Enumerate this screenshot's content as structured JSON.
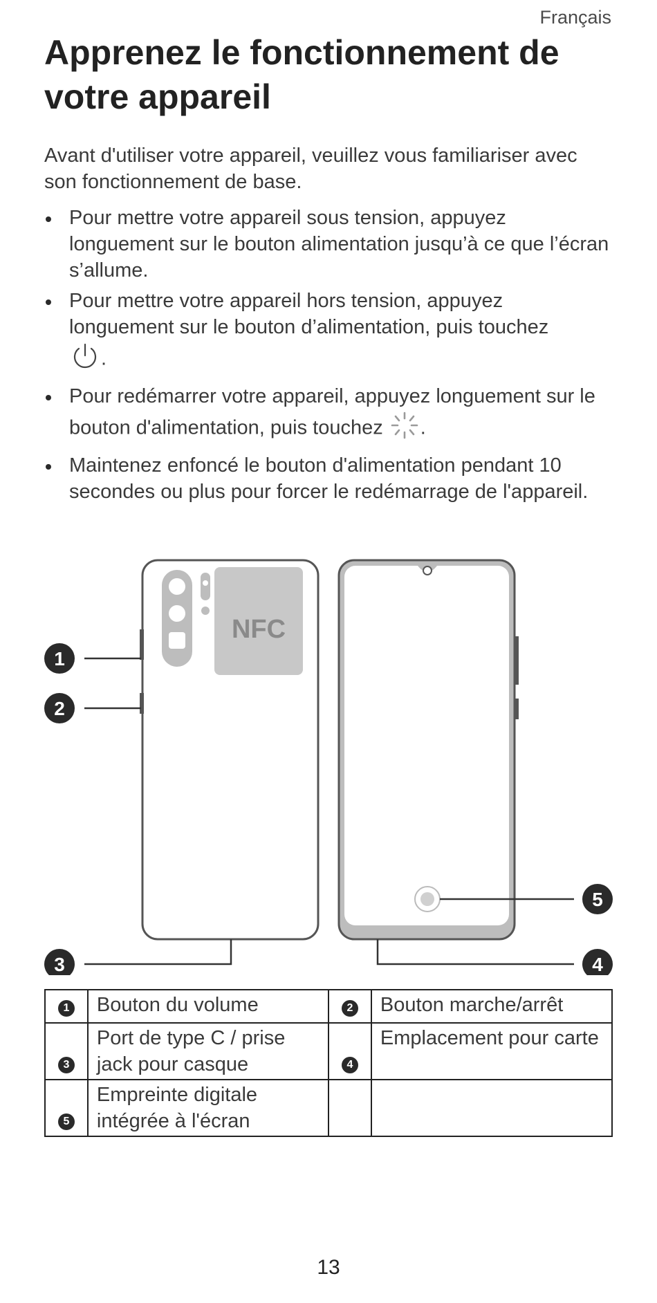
{
  "header": {
    "language": "Français"
  },
  "title": "Apprenez le fonctionnement de votre appareil",
  "intro": "Avant d'utiliser votre appareil, veuillez vous familiariser avec son fonctionnement de base.",
  "bullets": [
    {
      "text": "Pour mettre votre appareil sous tension, appuyez longuement sur le bouton alimentation jusqu’à ce que l’écran s’allume.",
      "icon": ""
    },
    {
      "text": "Pour mettre votre appareil hors tension, appuyez longuement sur le bouton d’alimentation, puis touchez",
      "icon": "power-icon",
      "suffix": "."
    },
    {
      "text": "Pour redémarrer votre appareil, appuyez longuement sur le bouton d'alimentation, puis touchez",
      "icon": "restart-icon",
      "suffix": "."
    },
    {
      "text": "Maintenez enfoncé le bouton d'alimentation pendant 10 secondes ou plus pour forcer le redémarrage de l'appareil.",
      "icon": ""
    }
  ],
  "figure": {
    "nfc_label": "NFC",
    "callouts": [
      "1",
      "2",
      "3",
      "4",
      "5"
    ]
  },
  "legend": {
    "rows": [
      [
        {
          "num": "1",
          "label": "Bouton du volume"
        },
        {
          "num": "2",
          "label": "Bouton marche/arrêt"
        }
      ],
      [
        {
          "num": "3",
          "label": "Port de type C / prise jack pour casque"
        },
        {
          "num": "4",
          "label": "Emplacement pour carte"
        }
      ],
      [
        {
          "num": "5",
          "label": "Empreinte digitale intégrée à l'écran"
        },
        {
          "num": "",
          "label": ""
        }
      ]
    ]
  },
  "page_number": "13",
  "colors": {
    "text": "#262626",
    "figure_gray": "#bdbdbd",
    "outline": "#555555"
  }
}
